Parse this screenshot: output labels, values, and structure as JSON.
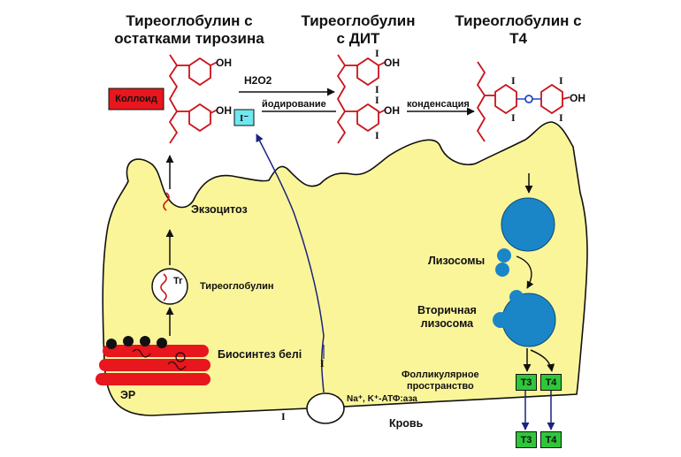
{
  "titles": {
    "tg_tyrosine": "Тиреоглобулин с\nостатками тирозина",
    "tg_dit": "Тиреоглобулин\nс ДИТ",
    "tg_t4": "Тиреоглобулин с\nT4"
  },
  "labels": {
    "colloid": "Коллоид",
    "h2o2": "H2O2",
    "iodination": "йодирование",
    "condensation": "конденсация",
    "iodide_ion": "I⁻",
    "exocytosis": "Экзоцитоз",
    "thyroglobulin": "Тиреоглобулин",
    "tr": "Tr",
    "protein_biosynthesis": "Биосинтез белі",
    "er": "ЭР",
    "lysosomes": "Лизосомы",
    "secondary_lysosome": "Вторичная\nлизосома",
    "follicular_space": "Фолликулярное\nпространство",
    "pump": "Na⁺, K⁺-АТФ:аза",
    "blood": "Кровь",
    "iodine": "I",
    "oh": "OH",
    "t3": "T3",
    "t4": "T4"
  },
  "colors": {
    "cell_fill": "#fbf59a",
    "colloid_box": "#e8161d",
    "er": "#e8161d",
    "lysosome": "#1a86c8",
    "molecule": "#c8141a",
    "iodide_box": "#6ee8f0",
    "hormone_box": "#2ec73a",
    "transport_arrow": "#1a237e"
  }
}
